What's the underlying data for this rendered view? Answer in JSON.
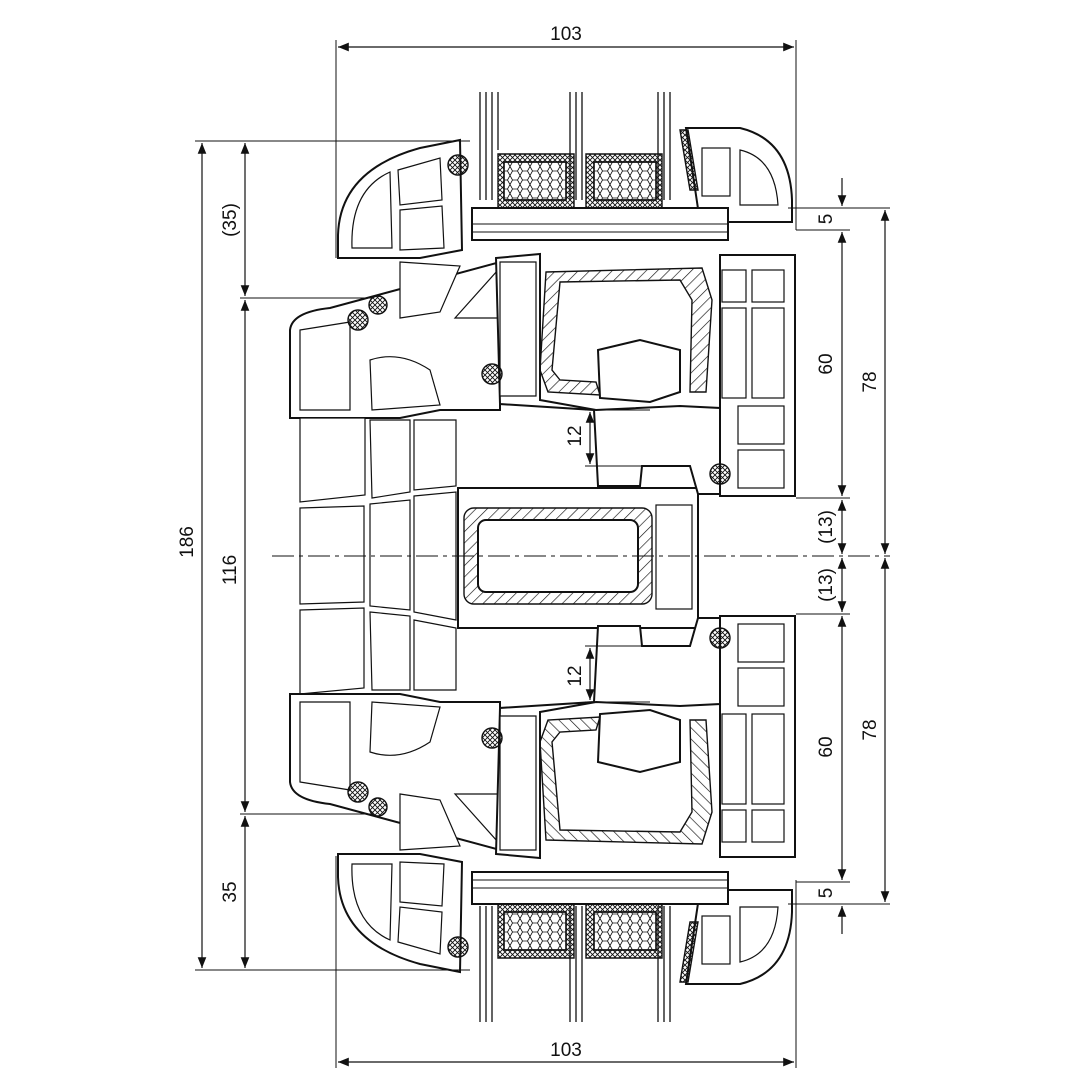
{
  "dimensions": {
    "top_width": "103",
    "bottom_width": "103",
    "overall_height": "186",
    "inner_height": "116",
    "upper_left": "(35)",
    "lower_left": "35",
    "right_upper_5": "5",
    "right_upper_60": "60",
    "right_upper_78": "78",
    "right_upper_13": "(13)",
    "right_lower_13": "(13)",
    "right_lower_60": "60",
    "right_lower_78": "78",
    "right_lower_5": "5",
    "inner_upper_12": "12",
    "inner_lower_12": "12"
  }
}
